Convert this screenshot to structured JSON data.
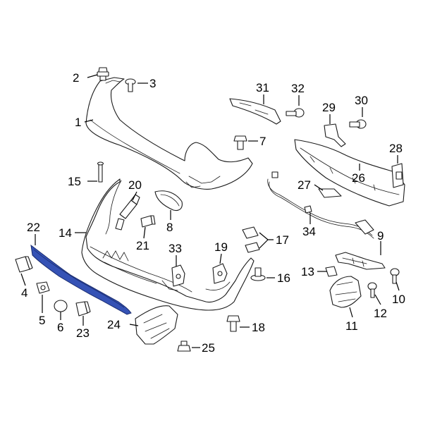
{
  "diagram": {
    "highlight_color": "#3552b5",
    "callouts": {
      "c1": "1",
      "c2": "2",
      "c3": "3",
      "c4": "4",
      "c5": "5",
      "c6": "6",
      "c7": "7",
      "c8": "8",
      "c9": "9",
      "c10": "10",
      "c11": "11",
      "c12": "12",
      "c13": "13",
      "c14": "14",
      "c15": "15",
      "c16": "16",
      "c17": "17",
      "c18": "18",
      "c19": "19",
      "c20": "20",
      "c21": "21",
      "c22": "22",
      "c23": "23",
      "c24": "24",
      "c25": "25",
      "c26": "26",
      "c27": "27",
      "c28": "28",
      "c29": "29",
      "c30": "30",
      "c31": "31",
      "c32": "32",
      "c33": "33",
      "c34": "34"
    }
  }
}
